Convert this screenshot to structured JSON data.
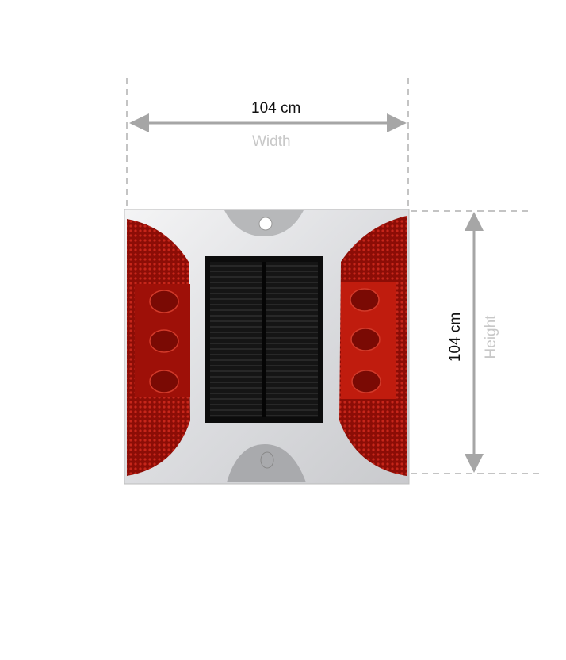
{
  "width_dimension": {
    "value": "104 cm",
    "label": "Width"
  },
  "height_dimension": {
    "value": "104 cm",
    "label": "Height"
  },
  "colors": {
    "guide": "#b5b5b5",
    "arrow": "#a6a6a6",
    "reflector": "#b01208",
    "aluminum": "#e2e3e5",
    "solar": "#141414"
  },
  "product": {
    "icon": "solar-road-stud-image"
  }
}
